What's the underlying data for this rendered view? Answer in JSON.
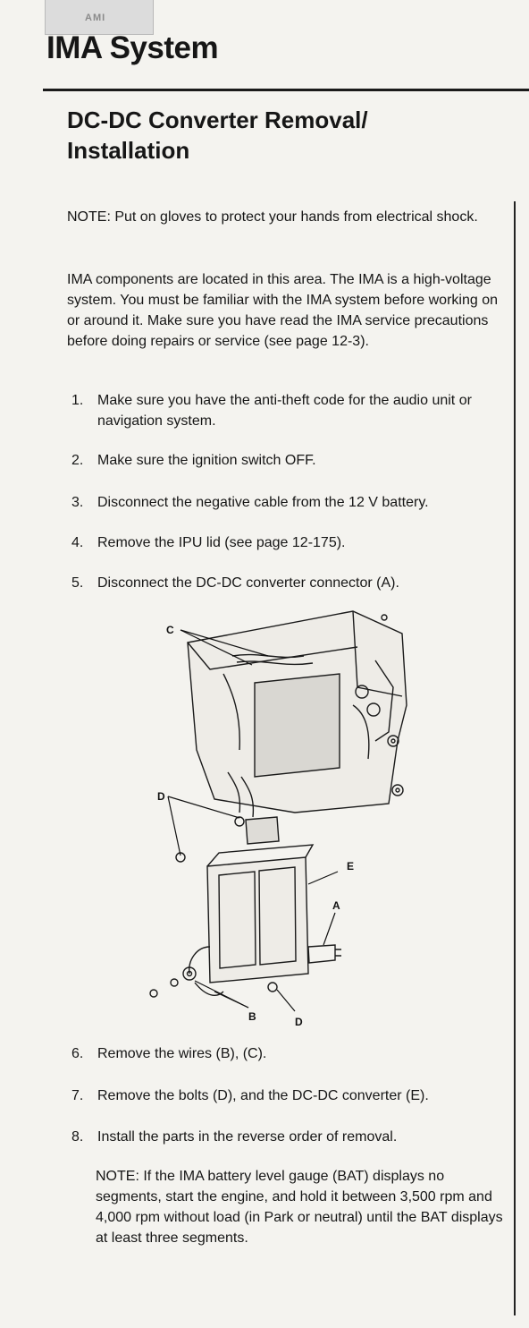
{
  "header": {
    "logo_text": "AMI",
    "chapter_title": "IMA System"
  },
  "section": {
    "title": "DC-DC Converter Removal/ Installation"
  },
  "intro": {
    "note": "NOTE: Put on gloves to protect your hands from electrical shock.",
    "warning": "IMA components are located in this area. The IMA is a high-voltage system. You must be familiar with the IMA system before working on or around it. Make sure you have read the IMA service precautions before doing repairs or service (see page 12-3)."
  },
  "steps": [
    {
      "num": "1.",
      "text": "Make sure you have the anti-theft code for the audio unit or navigation system."
    },
    {
      "num": "2.",
      "text": "Make sure the ignition switch OFF."
    },
    {
      "num": "3.",
      "text": "Disconnect the negative cable from the 12 V battery."
    },
    {
      "num": "4.",
      "text": "Remove the IPU lid (see page 12-175)."
    },
    {
      "num": "5.",
      "text": "Disconnect the DC-DC converter connector (A)."
    },
    {
      "num": "6.",
      "text": "Remove the wires (B), (C)."
    },
    {
      "num": "7.",
      "text": "Remove the bolts (D), and the DC-DC converter (E)."
    },
    {
      "num": "8.",
      "text": "Install the parts in the reverse order of removal."
    }
  ],
  "final_note": "NOTE: If the IMA battery level gauge (BAT) displays no segments, start the engine, and hold it between 3,500 rpm and 4,000 rpm without load (in Park or neutral) until the BAT displays at least three segments.",
  "diagram": {
    "labels": {
      "a": "A",
      "b": "B",
      "c": "C",
      "d_top": "D",
      "d_bottom": "D",
      "e": "E"
    }
  }
}
